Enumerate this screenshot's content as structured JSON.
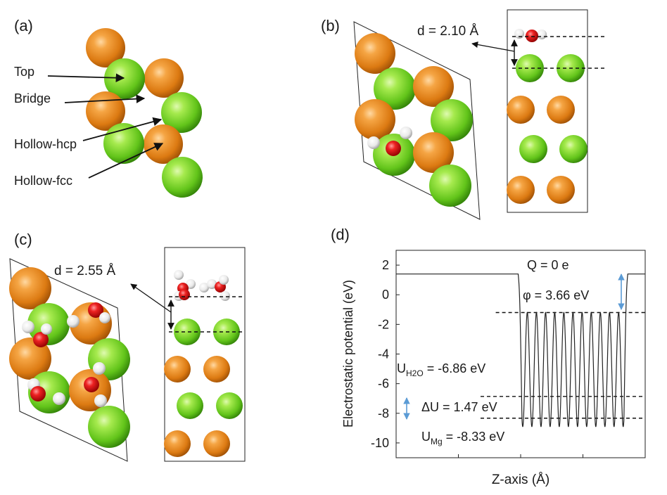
{
  "panels": {
    "a": {
      "label": "(a)",
      "site_labels": [
        "Top",
        "Bridge",
        "Hollow-hcp",
        "Hollow-fcc"
      ]
    },
    "b": {
      "label": "(b)",
      "distance": "d = 2.10 Å"
    },
    "c": {
      "label": "(c)",
      "distance": "d = 2.55 Å"
    },
    "d": {
      "label": "(d)",
      "annotations": {
        "charge": "Q = 0 e",
        "work_function": "φ = 3.66 eV",
        "u_h2o_prefix": "U",
        "u_h2o_sub": "H2O",
        "u_h2o_value": " = -6.86 eV",
        "delta_u": "ΔU = 1.47 eV",
        "u_mg_prefix": "U",
        "u_mg_sub": "Mg",
        "u_mg_value": " = -8.33 eV"
      }
    }
  },
  "colors": {
    "mg_green": "#66cc1f",
    "orange_atom": "#e8841a",
    "oxygen_red": "#e0181a",
    "hydrogen_white": "#f2f2f2",
    "arrow_blue": "#5b9bd5"
  },
  "chart_data": {
    "type": "line",
    "title": "",
    "xlabel": "Z-axis (Å)",
    "ylabel": "Electrostatic potential (eV)",
    "yticks": [
      2,
      0,
      -2,
      -4,
      -6,
      -8,
      -10
    ],
    "ylim": [
      -11,
      3
    ],
    "xlim": [
      0,
      1
    ],
    "series": [
      {
        "x_regions": {
          "vacuum_left": [
            0,
            0.49
          ],
          "slab_oscillations": [
            0.49,
            0.93
          ],
          "vacuum_right": [
            0.93,
            1.0
          ]
        },
        "vacuum_level": 1.4,
        "slab_peak": -1.2,
        "slab_trough": -8.9,
        "num_oscillations": 12
      }
    ],
    "reference_lines": [
      -1.2,
      -6.86,
      -8.33
    ],
    "values": {
      "Q": 0,
      "phi_eV": 3.66,
      "U_H2O_eV": -6.86,
      "U_Mg_eV": -8.33,
      "delta_U_eV": 1.47
    },
    "grid": false
  }
}
